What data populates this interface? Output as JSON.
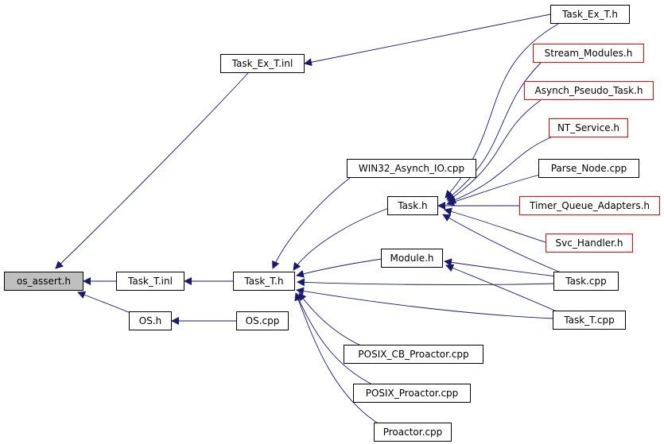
{
  "graph": {
    "nodes": [
      {
        "id": "os_assert",
        "label": "os_assert.h",
        "style": "focus"
      },
      {
        "id": "task_t_inl",
        "label": "Task_T.inl",
        "style": "normal"
      },
      {
        "id": "task_ex_t_inl",
        "label": "Task_Ex_T.inl",
        "style": "normal"
      },
      {
        "id": "os_h",
        "label": "OS.h",
        "style": "normal"
      },
      {
        "id": "task_t_h",
        "label": "Task_T.h",
        "style": "normal"
      },
      {
        "id": "os_cpp",
        "label": "OS.cpp",
        "style": "normal"
      },
      {
        "id": "task_ex_t_h",
        "label": "Task_Ex_T.h",
        "style": "normal"
      },
      {
        "id": "stream_modules",
        "label": "Stream_Modules.h",
        "style": "truncated"
      },
      {
        "id": "asynch_pseudo",
        "label": "Asynch_Pseudo_Task.h",
        "style": "truncated"
      },
      {
        "id": "nt_service",
        "label": "NT_Service.h",
        "style": "truncated"
      },
      {
        "id": "parse_node",
        "label": "Parse_Node.cpp",
        "style": "normal"
      },
      {
        "id": "win32_asynch",
        "label": "WIN32_Asynch_IO.cpp",
        "style": "normal"
      },
      {
        "id": "task_h",
        "label": "Task.h",
        "style": "normal"
      },
      {
        "id": "timer_queue",
        "label": "Timer_Queue_Adapters.h",
        "style": "truncated"
      },
      {
        "id": "svc_handler",
        "label": "Svc_Handler.h",
        "style": "truncated"
      },
      {
        "id": "module_h",
        "label": "Module.h",
        "style": "normal"
      },
      {
        "id": "task_cpp",
        "label": "Task.cpp",
        "style": "normal"
      },
      {
        "id": "task_t_cpp",
        "label": "Task_T.cpp",
        "style": "normal"
      },
      {
        "id": "posix_cb",
        "label": "POSIX_CB_Proactor.cpp",
        "style": "normal"
      },
      {
        "id": "posix_proactor",
        "label": "POSIX_Proactor.cpp",
        "style": "normal"
      },
      {
        "id": "proactor_cpp",
        "label": "Proactor.cpp",
        "style": "normal"
      }
    ],
    "edges": [
      {
        "from": "task_t_inl",
        "to": "os_assert"
      },
      {
        "from": "task_ex_t_inl",
        "to": "os_assert"
      },
      {
        "from": "os_h",
        "to": "os_assert"
      },
      {
        "from": "task_t_h",
        "to": "task_t_inl"
      },
      {
        "from": "os_cpp",
        "to": "os_h"
      },
      {
        "from": "task_ex_t_h",
        "to": "task_ex_t_inl"
      },
      {
        "from": "win32_asynch",
        "to": "task_t_h"
      },
      {
        "from": "task_h",
        "to": "task_t_h"
      },
      {
        "from": "module_h",
        "to": "task_t_h"
      },
      {
        "from": "task_cpp",
        "to": "task_t_h"
      },
      {
        "from": "task_t_cpp",
        "to": "task_t_h"
      },
      {
        "from": "posix_cb",
        "to": "task_t_h"
      },
      {
        "from": "posix_proactor",
        "to": "task_t_h"
      },
      {
        "from": "proactor_cpp",
        "to": "task_t_h"
      },
      {
        "from": "task_ex_t_h",
        "to": "task_h"
      },
      {
        "from": "stream_modules",
        "to": "task_h"
      },
      {
        "from": "asynch_pseudo",
        "to": "task_h"
      },
      {
        "from": "nt_service",
        "to": "task_h"
      },
      {
        "from": "parse_node",
        "to": "task_h"
      },
      {
        "from": "timer_queue",
        "to": "task_h"
      },
      {
        "from": "svc_handler",
        "to": "task_h"
      },
      {
        "from": "task_cpp",
        "to": "task_h"
      },
      {
        "from": "task_cpp",
        "to": "module_h"
      },
      {
        "from": "task_t_cpp",
        "to": "module_h"
      }
    ]
  },
  "colors": {
    "edge": "#191970",
    "node_border": "#000000",
    "truncated_border": "#ff0000",
    "focus_fill": "#bfbfbf",
    "background": "#ffffff"
  }
}
